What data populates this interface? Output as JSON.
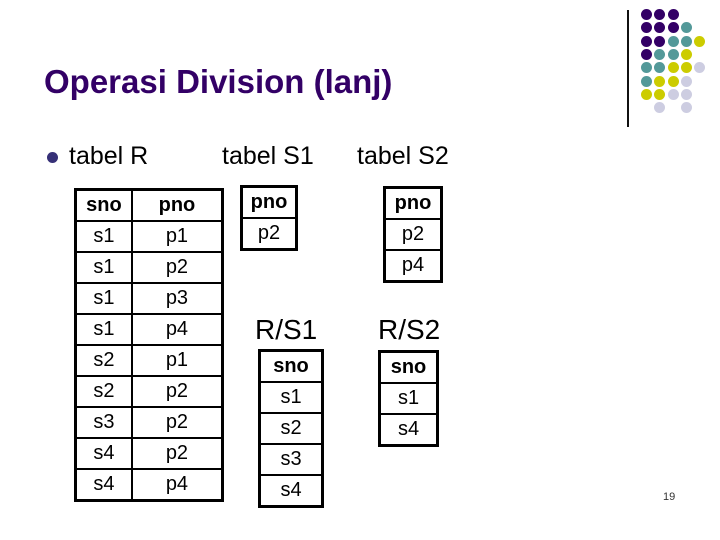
{
  "slide": {
    "title": "Operasi Division (lanj)",
    "page_number": "19"
  },
  "labels": {
    "tabel_r": "tabel R",
    "tabel_s1": "tabel S1",
    "tabel_s2": "tabel S2",
    "rs1": "R/S1",
    "rs2": "R/S2"
  },
  "tables": {
    "r": {
      "headers": [
        "sno",
        "pno"
      ],
      "rows": [
        [
          "s1",
          "p1"
        ],
        [
          "s1",
          "p2"
        ],
        [
          "s1",
          "p3"
        ],
        [
          "s1",
          "p4"
        ],
        [
          "s2",
          "p1"
        ],
        [
          "s2",
          "p2"
        ],
        [
          "s3",
          "p2"
        ],
        [
          "s4",
          "p2"
        ],
        [
          "s4",
          "p4"
        ]
      ]
    },
    "s1": {
      "headers": [
        "pno"
      ],
      "rows": [
        [
          "p2"
        ]
      ]
    },
    "s2": {
      "headers": [
        "pno"
      ],
      "rows": [
        [
          "p2"
        ],
        [
          "p4"
        ]
      ]
    },
    "rs1": {
      "headers": [
        "sno"
      ],
      "rows": [
        [
          "s1"
        ],
        [
          "s2"
        ],
        [
          "s3"
        ],
        [
          "s4"
        ]
      ]
    },
    "rs2": {
      "headers": [
        "sno"
      ],
      "rows": [
        [
          "s1"
        ],
        [
          "s4"
        ]
      ]
    }
  },
  "decor": {
    "title_color": "#330066",
    "bullet_color": "#363077",
    "colors": {
      "purple": "#330066",
      "teal": "#539999",
      "yellow": "#CCCC00",
      "gray": "#CDCDE1"
    },
    "dot_grid": [
      [
        "purple",
        "purple",
        "purple",
        null,
        null
      ],
      [
        "purple",
        "purple",
        "purple",
        "teal",
        null
      ],
      [
        "purple",
        "purple",
        "teal",
        "teal",
        "yellow"
      ],
      [
        "purple",
        "teal",
        "teal",
        "yellow",
        null
      ],
      [
        "teal",
        "teal",
        "yellow",
        "yellow",
        "gray"
      ],
      [
        "teal",
        "yellow",
        "yellow",
        "gray",
        null
      ],
      [
        "yellow",
        "yellow",
        "gray",
        "gray",
        null
      ],
      [
        null,
        "gray",
        null,
        "gray",
        null
      ]
    ]
  }
}
